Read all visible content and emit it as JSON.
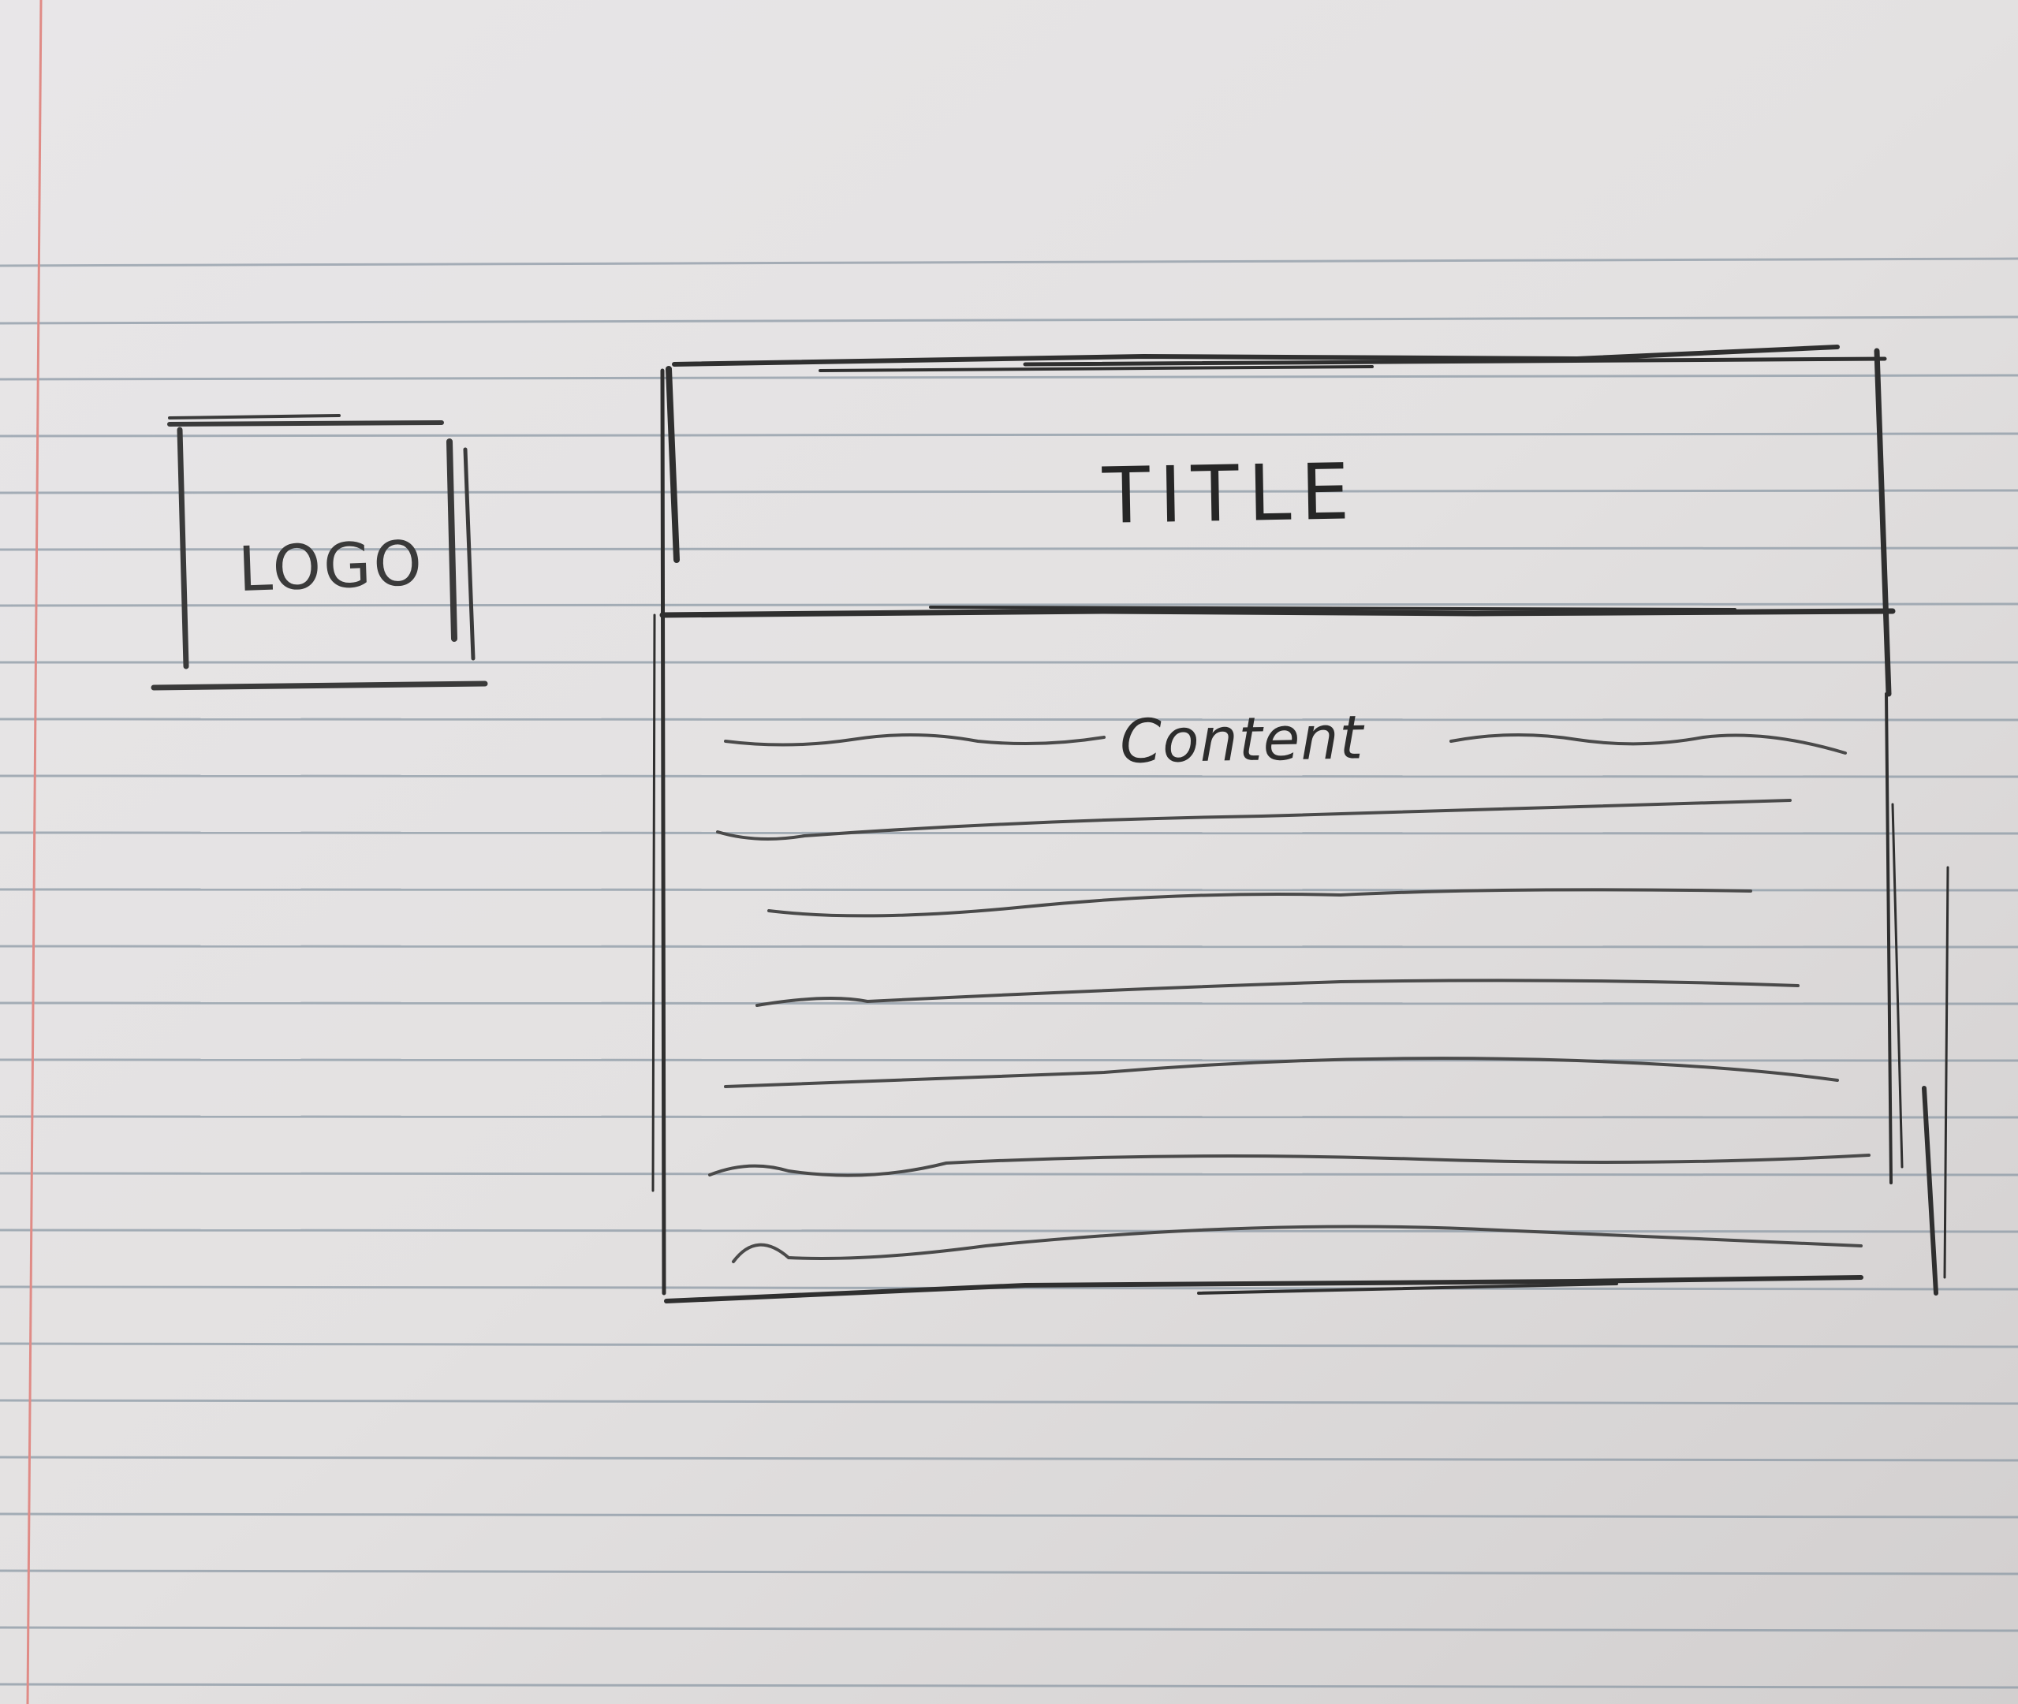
{
  "sketch": {
    "logo_label": "LOGO",
    "title_label": "TITLE",
    "content_label": "Content"
  },
  "colors": {
    "paper": "#e4e2e3",
    "ruled_line": "#8d9aa6",
    "margin_line": "#e08b86",
    "pencil": "#2e2e2e"
  }
}
